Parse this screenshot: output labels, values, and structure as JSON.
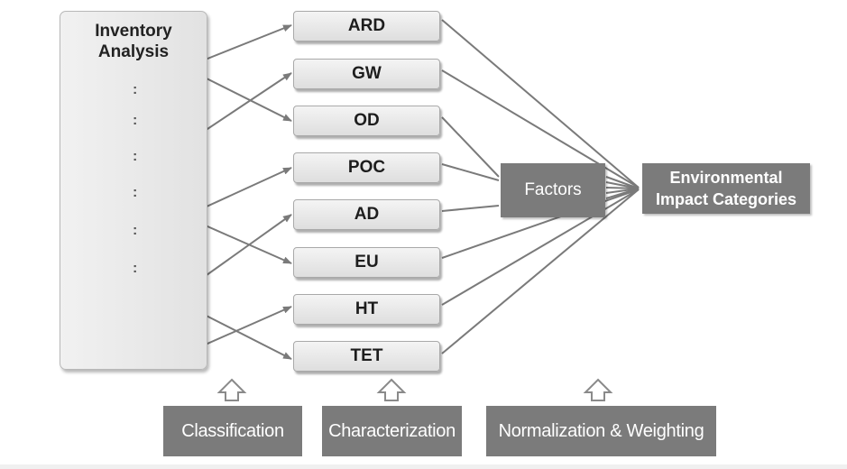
{
  "inventory": {
    "title_line1": "Inventory",
    "title_line2": "Analysis",
    "ellipsis": [
      ":",
      ":",
      ":",
      ":",
      ":",
      ":"
    ]
  },
  "impact_categories": [
    "ARD",
    "GW",
    "OD",
    "POC",
    "AD",
    "EU",
    "HT",
    "TET"
  ],
  "factors_label": "Factors",
  "result": {
    "line1": "Environmental",
    "line2": "Impact Categories"
  },
  "stages": {
    "classification": "Classification",
    "characterization": "Characterization",
    "normalization": "Normalization & Weighting"
  },
  "colors": {
    "dark_box": "#7b7b7b",
    "arrow": "#7a7a7a",
    "light_box": "#e6e6e6"
  }
}
